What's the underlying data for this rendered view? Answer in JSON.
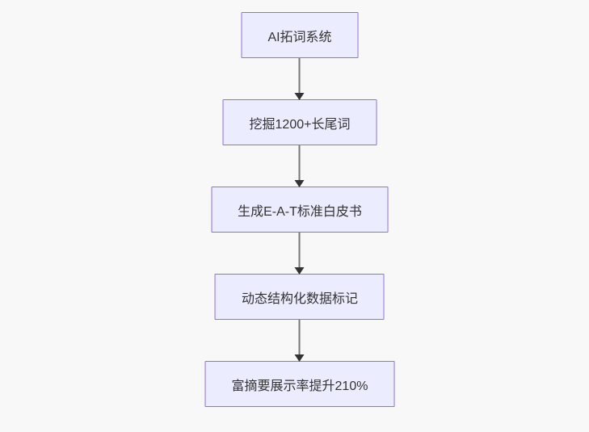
{
  "diagram": {
    "type": "flowchart",
    "direction": "top-down",
    "nodes": [
      {
        "id": "step-1",
        "label": "AI拓词系统"
      },
      {
        "id": "step-2",
        "label": "挖掘1200+长尾词"
      },
      {
        "id": "step-3",
        "label": "生成E-A-T标准白皮书"
      },
      {
        "id": "step-4",
        "label": "动态结构化数据标记"
      },
      {
        "id": "step-5",
        "label": "富摘要展示率提升210%"
      }
    ],
    "edges": [
      {
        "from": "step-1",
        "to": "step-2"
      },
      {
        "from": "step-2",
        "to": "step-3"
      },
      {
        "from": "step-3",
        "to": "step-4"
      },
      {
        "from": "step-4",
        "to": "step-5"
      }
    ],
    "colors": {
      "node_fill": "#ECECFF",
      "node_border": "#9370DB",
      "node_text": "#333333",
      "edge_line": "#777777",
      "edge_arrow": "#333333",
      "background": "#f8f8f8"
    }
  }
}
